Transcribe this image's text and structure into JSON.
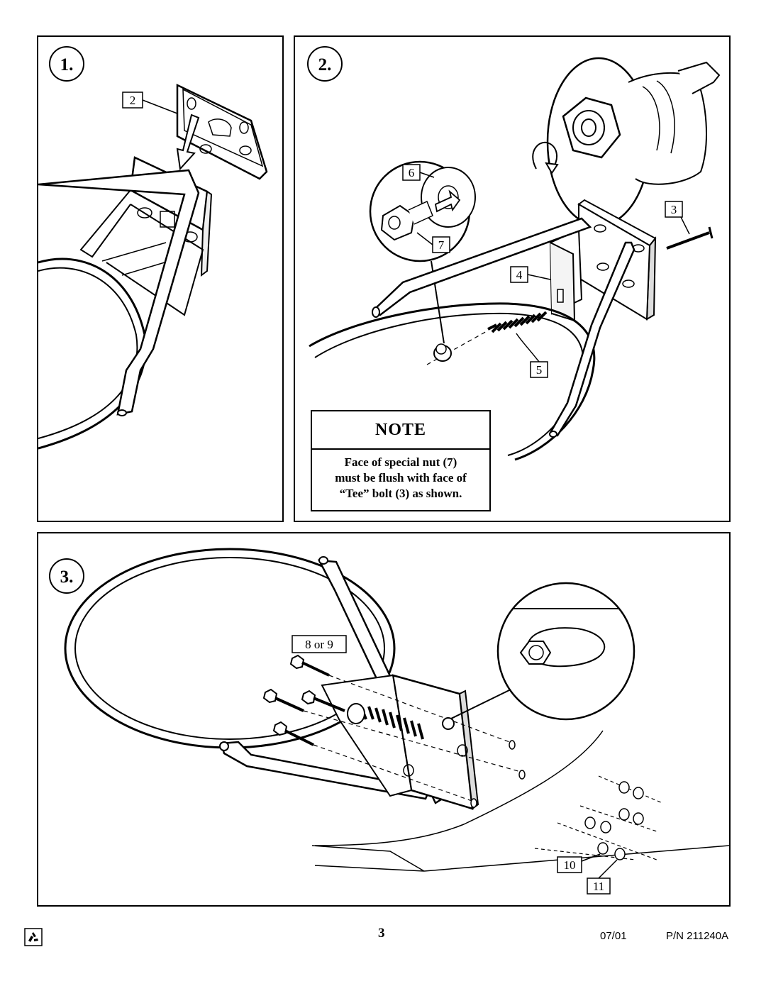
{
  "steps": [
    {
      "number": "1.",
      "callouts": [
        "2"
      ]
    },
    {
      "number": "2.",
      "callouts": [
        "6",
        "7",
        "3",
        "4",
        "5"
      ]
    },
    {
      "number": "3.",
      "callouts": [
        "8 or 9",
        "10",
        "11"
      ]
    }
  ],
  "note": {
    "title": "NOTE",
    "lines": [
      "Face of special nut (7)",
      "must be flush with face of",
      "“Tee” bolt (3) as shown."
    ]
  },
  "footer": {
    "page_number": "3",
    "date": "07/01",
    "part_number": "P/N 211240A",
    "recycle_icon": "recycle-icon"
  }
}
